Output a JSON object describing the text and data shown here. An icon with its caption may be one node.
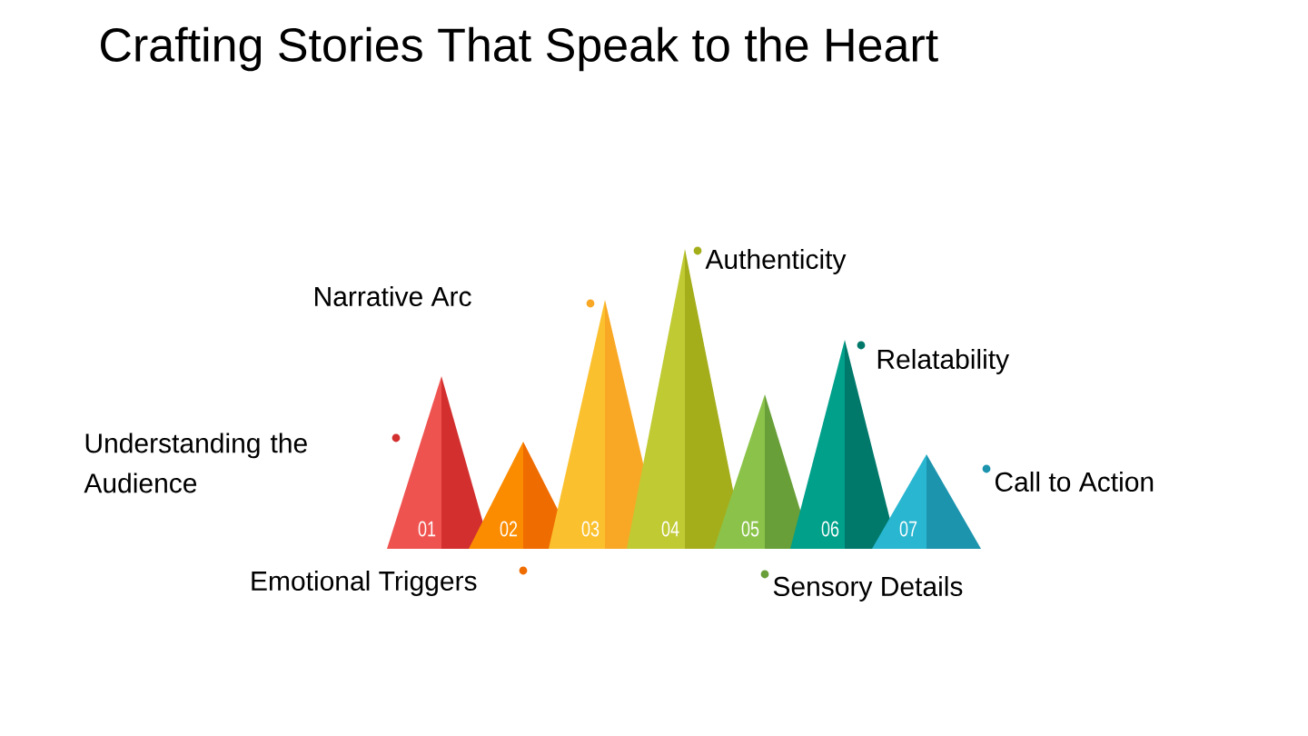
{
  "diagram": {
    "title": "Crafting Stories That Speak to the Heart",
    "nodes": [
      {
        "text": [
          "01"
        ],
        "beside": [
          "Understanding the Audience"
        ]
      },
      {
        "text": [
          "02"
        ],
        "beside": [
          "Emotional Triggers"
        ]
      },
      {
        "text": [
          "03"
        ],
        "beside": [
          "Narrative Arc"
        ]
      },
      {
        "text": [
          "04"
        ],
        "beside": [
          "Authenticity"
        ]
      },
      {
        "text": [
          "05"
        ],
        "beside": [
          "Sensory Details"
        ]
      },
      {
        "text": [
          "06"
        ],
        "beside": [
          "Relatability"
        ]
      },
      {
        "text": [
          "07"
        ],
        "beside": [
          "Call to Action"
        ]
      }
    ]
  }
}
